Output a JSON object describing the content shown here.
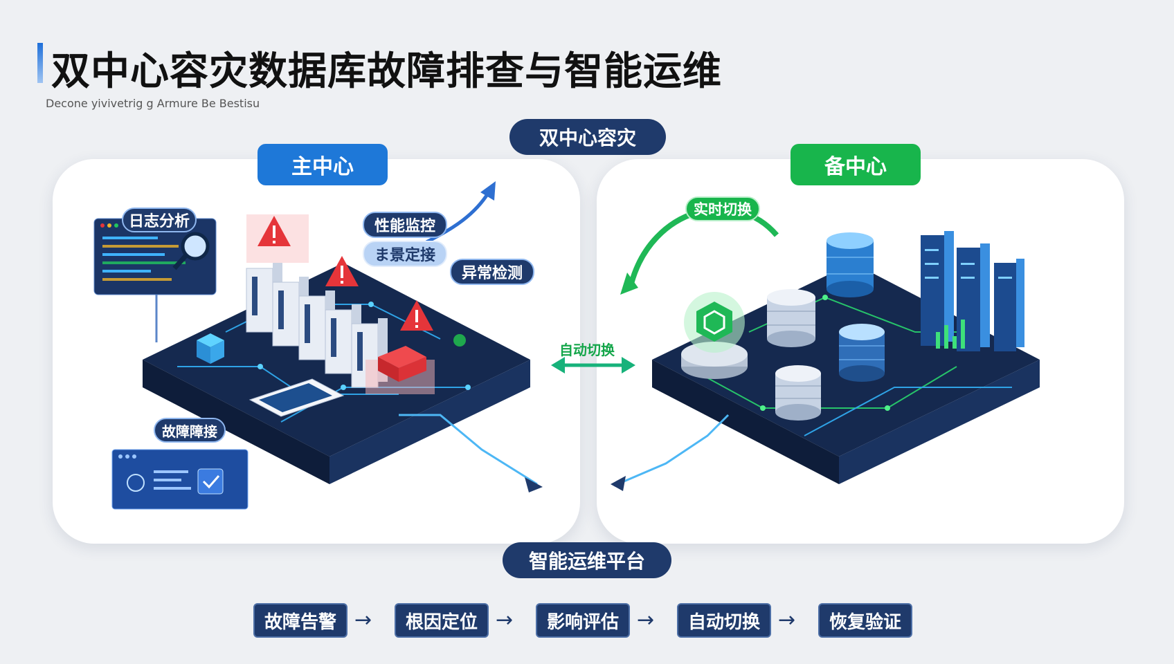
{
  "header": {
    "title": "双中心容灾数据库故障排查与智能运维",
    "subtitle": "Decone yivivetrig g Armure Be Bestisu"
  },
  "top_label": "双中心容灾",
  "primary_center": {
    "label": "主中心",
    "tags": {
      "log_analysis": "日志分析",
      "perf_monitor": "性能监控",
      "locate": "ま景定接",
      "anomaly": "异常检测",
      "fault_diag": "故障障接"
    }
  },
  "backup_center": {
    "label": "备中心",
    "realtime_switch": "实时切换"
  },
  "center_link": "自动切换",
  "bottom_label": "智能运维平台",
  "flow": [
    "故障告警",
    "根因定位",
    "影响评估",
    "自动切换",
    "恢复验证"
  ],
  "flow_arrow": "→",
  "colors": {
    "navy": "#1f3a6b",
    "blue": "#1e78d8",
    "green": "#18b54c",
    "alert_red": "#e5353a"
  }
}
